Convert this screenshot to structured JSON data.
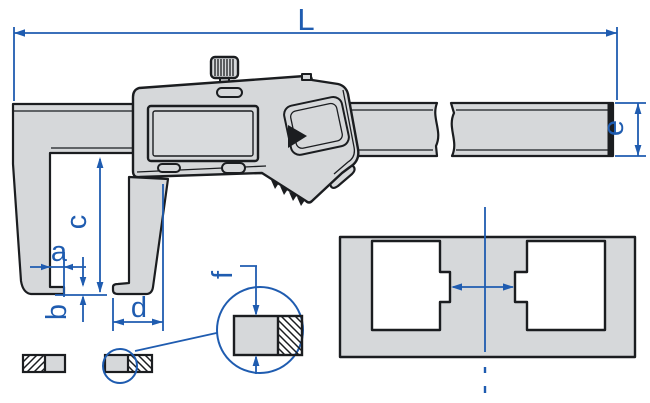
{
  "figure": {
    "type": "technical-dimension-diagram",
    "subject": "digital-caliper-with-groove-measurement-section"
  },
  "labels": {
    "L": "L",
    "a": "a",
    "b": "b",
    "c": "c",
    "d": "d",
    "e": "e",
    "f": "f"
  },
  "colors": {
    "dimension_blue": "#1f5cb0",
    "body_gray": "#d6d8da",
    "outline_dark": "#1b1d20",
    "background": "#ffffff"
  }
}
